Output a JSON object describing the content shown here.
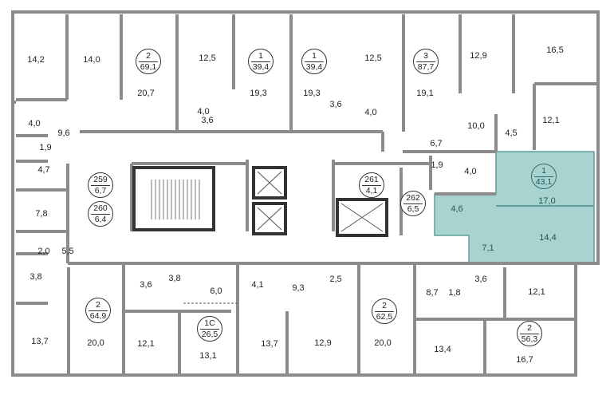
{
  "colors": {
    "wall": "#8c8c8c",
    "wall_dark": "#333333",
    "highlight": "#a9d3d1",
    "highlight_text": "#1d5553"
  },
  "apartments": [
    {
      "rooms": "2",
      "area": "69,1"
    },
    {
      "rooms": "1",
      "area": "39,4"
    },
    {
      "rooms": "1",
      "area": "39,4"
    },
    {
      "rooms": "3",
      "area": "87,7"
    },
    {
      "rooms": "1",
      "area": "43,1",
      "selected": true
    },
    {
      "rooms": "259",
      "area": "6,7"
    },
    {
      "rooms": "260",
      "area": "6,4"
    },
    {
      "rooms": "261",
      "area": "4,1"
    },
    {
      "rooms": "262",
      "area": "6,5"
    },
    {
      "rooms": "2",
      "area": "64,9"
    },
    {
      "rooms": "1С",
      "area": "26,5"
    },
    {
      "rooms": "2",
      "area": "62,5"
    },
    {
      "rooms": "2",
      "area": "56,3"
    }
  ],
  "room_areas": [
    "14,2",
    "14,0",
    "20,7",
    "12,5",
    "19,3",
    "19,3",
    "12,5",
    "19,1",
    "12,9",
    "16,5",
    "12,1",
    "4,5",
    "10,0",
    "6,7",
    "4,0",
    "9,6",
    "1,9",
    "4,0",
    "3,6",
    "3,6",
    "4,0",
    "1,9",
    "4,0",
    "17,0",
    "4,7",
    "7,8",
    "2,0",
    "5,5",
    "3,8",
    "3,6",
    "3,8",
    "6,0",
    "4,1",
    "9,3",
    "2,5",
    "4,6",
    "7,1",
    "14,4",
    "8,7",
    "1,8",
    "3,6",
    "12,1",
    "13,7",
    "20,0",
    "12,1",
    "13,1",
    "13,7",
    "12,9",
    "20,0",
    "13,4",
    "16,7"
  ]
}
